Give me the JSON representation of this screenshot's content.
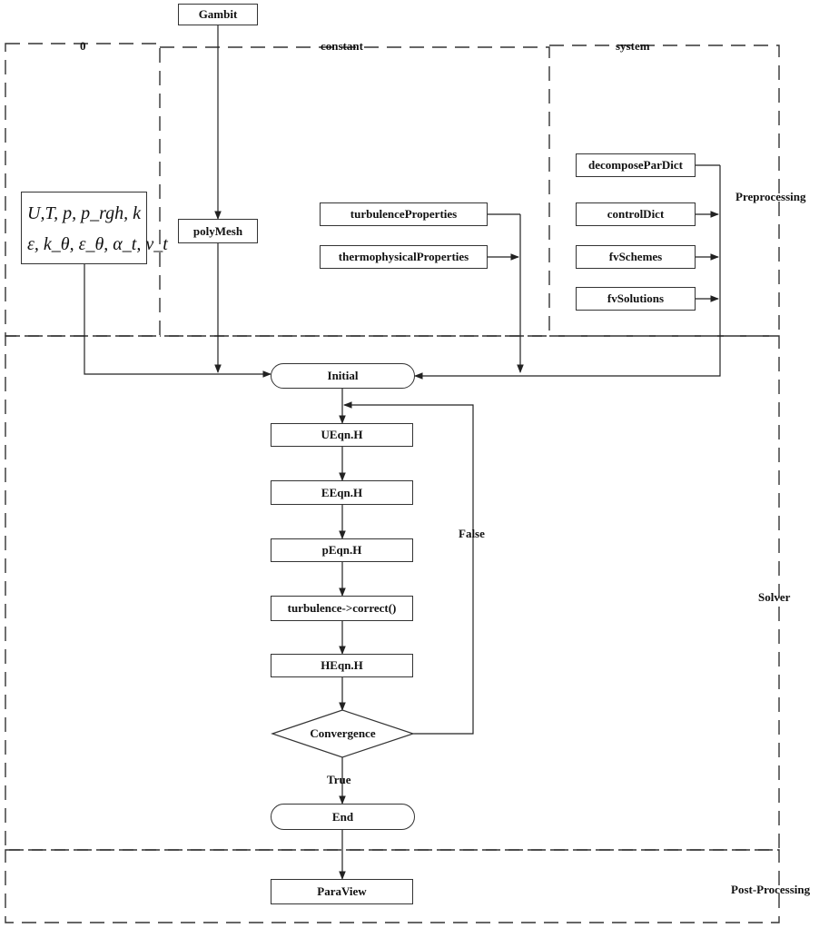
{
  "regions": {
    "zero": "0",
    "constant": "constant",
    "system": "system",
    "preprocessing": "Preprocessing",
    "solver": "Solver",
    "post_processing": "Post-Processing"
  },
  "inputs": {
    "gambit": "Gambit",
    "polymesh": "polyMesh",
    "turbulence_properties": "turbulenceProperties",
    "thermophysical_properties": "thermophysicalProperties",
    "decompose_par_dict": "decomposeParDict",
    "control_dict": "controlDict",
    "fv_schemes": "fvSchemes",
    "fv_solutions": "fvSolutions"
  },
  "variables": {
    "line1": "U,T, p, p_rgh, k",
    "line2": "ε, k_θ, ε_θ, α_t, ν_t"
  },
  "flow": {
    "initial": "Initial",
    "ueqn": "UEqn.H",
    "eeqn": "EEqn.H",
    "peqn": "pEqn.H",
    "turbulence_correct": "turbulence->correct()",
    "heqn": "HEqn.H",
    "convergence": "Convergence",
    "end": "End",
    "paraview": "ParaView"
  },
  "edge_labels": {
    "false": "False",
    "true": "True"
  }
}
